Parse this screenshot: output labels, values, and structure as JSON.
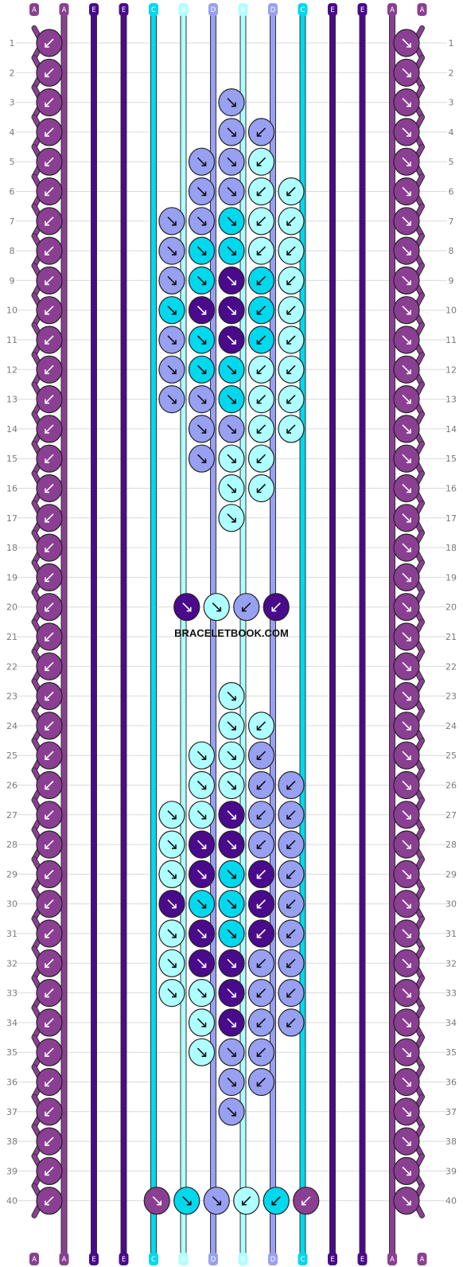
{
  "watermark": "BRACELETBOOK.COM",
  "colors": {
    "A": "#8a3f92",
    "E": "#4a0a8c",
    "C": "#00d8ee",
    "B": "#aeffff",
    "D": "#98a0f2"
  },
  "strings_top": [
    "A",
    "A",
    "E",
    "E",
    "C",
    "B",
    "D",
    "B",
    "D",
    "C",
    "E",
    "E",
    "A",
    "A"
  ],
  "strings_bottom": [
    "A",
    "A",
    "E",
    "E",
    "C",
    "B",
    "D",
    "B",
    "D",
    "C",
    "E",
    "E",
    "A",
    "A"
  ],
  "rows": [
    "1",
    "2",
    "3",
    "4",
    "5",
    "6",
    "7",
    "8",
    "9",
    "10",
    "11",
    "12",
    "13",
    "14",
    "15",
    "16",
    "17",
    "18",
    "19",
    "20",
    "21",
    "22",
    "23",
    "24",
    "25",
    "26",
    "27",
    "28",
    "29",
    "30",
    "31",
    "32",
    "33",
    "34",
    "35",
    "36",
    "37",
    "38",
    "39",
    "40"
  ],
  "knot_grid": [
    "A.....A",
    "A.....A",
    "A..D..A",
    "A..DD.A",
    "A.DDB.A",
    "A.DDBBA",
    "ADDCBBA",
    "DDCCBBB",
    "DDCECBB",
    "DCEECBB",
    "DDCECBB",
    "DDCCBBB",
    "ADDCBBA",
    "A.DDBBA",
    "A.DBB.A",
    "A..BB.A",
    "A..B..A",
    "A.....A",
    "A.....A",
    "A.EBDE.A",
    "A.....A",
    "A.....A",
    "A..B..A",
    "A..BB.A",
    "A.BBD.A",
    "A.BBDDA",
    "ABBEDDA",
    "BBEEDDD",
    "BBECEDD",
    "BECCEDD",
    "BBECEDD",
    "BBEEDDD",
    "ABBEDDA",
    "A.BEDDA",
    "A.BDD.A",
    "A..DD.A",
    "A..D..A",
    "A.....A",
    "A.....A",
    "AACDBCAA"
  ]
}
